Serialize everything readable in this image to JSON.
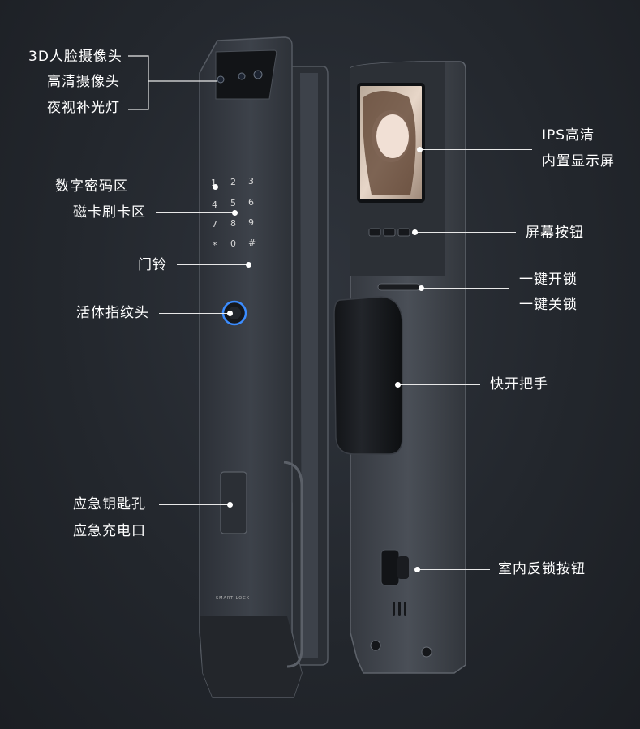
{
  "labels": {
    "face_camera": "3D人脸摄像头",
    "hd_camera": "高清摄像头",
    "night_light": "夜视补光灯",
    "keypad_area": "数字密码区",
    "card_area": "磁卡刷卡区",
    "doorbell": "门铃",
    "fingerprint": "活体指纹头",
    "key_hole": "应急钥匙孔",
    "charge_port": "应急充电口",
    "ips_line1": "IPS高清",
    "ips_line2": "内置显示屏",
    "screen_buttons": "屏幕按钮",
    "one_key_open": "一键开锁",
    "one_key_close": "一键关锁",
    "handle": "快开把手",
    "indoor_lock": "室内反锁按钮"
  },
  "keypad": [
    "1",
    "2",
    "3",
    "4",
    "5",
    "6",
    "7",
    "8",
    "9",
    "*",
    "0",
    "#"
  ],
  "brand_text": "SMART LOCK",
  "colors": {
    "background": "#23272d",
    "lock_body": "#3a3f47",
    "fingerprint_ring": "#3b8cff",
    "text": "#ffffff"
  }
}
